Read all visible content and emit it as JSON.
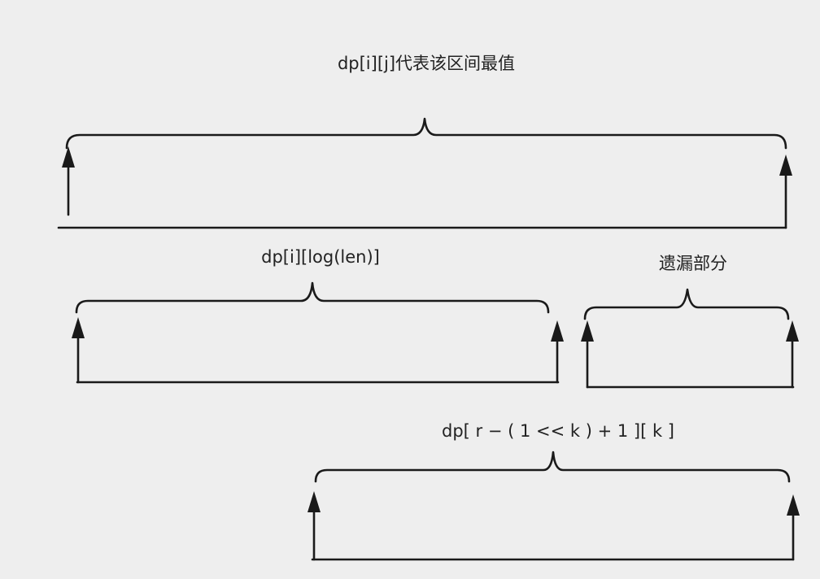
{
  "labels": {
    "top": "dp[i][j]代表该区间最值",
    "left": "dp[i][log(len)]",
    "right": "遗漏部分",
    "bottom": "dp[ r − ( 1 << k ) + 1 ][ k ]"
  },
  "colors": {
    "background": "#eeeeee",
    "ink": "#1a1a1a"
  }
}
